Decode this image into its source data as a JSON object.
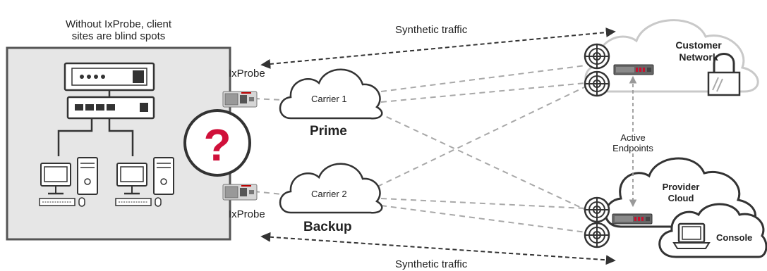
{
  "caption_blind": "Without IxProbe, client\nsites are blind spots",
  "synthetic_top": "Synthetic traffic",
  "synthetic_bottom": "Synthetic traffic",
  "probe_top": "IxProbe",
  "probe_bottom": "IxProbe",
  "carrier1": "Carrier 1",
  "carrier2": "Carrier 2",
  "prime": "Prime",
  "backup": "Backup",
  "customer_network": "Customer\nNetwork",
  "provider_cloud": "Provider\nCloud",
  "console": "Console",
  "active_endpoints": "Active\nEndpoints",
  "question_mark": "?",
  "colors": {
    "panel_fill": "#e6e6e6",
    "panel_border": "#555555",
    "question_red": "#d0103a",
    "dashed_line": "#a8a8a8",
    "cloud_light": "#c9c9c9",
    "cloud_dark": "#333333",
    "device_red": "#c8102e"
  },
  "icons": [
    "server-icon",
    "switch-icon",
    "desktop-computer-icon",
    "ixprobe-device-icon",
    "cloud-icon",
    "target-endpoint-icon",
    "lock-icon",
    "laptop-icon"
  ]
}
